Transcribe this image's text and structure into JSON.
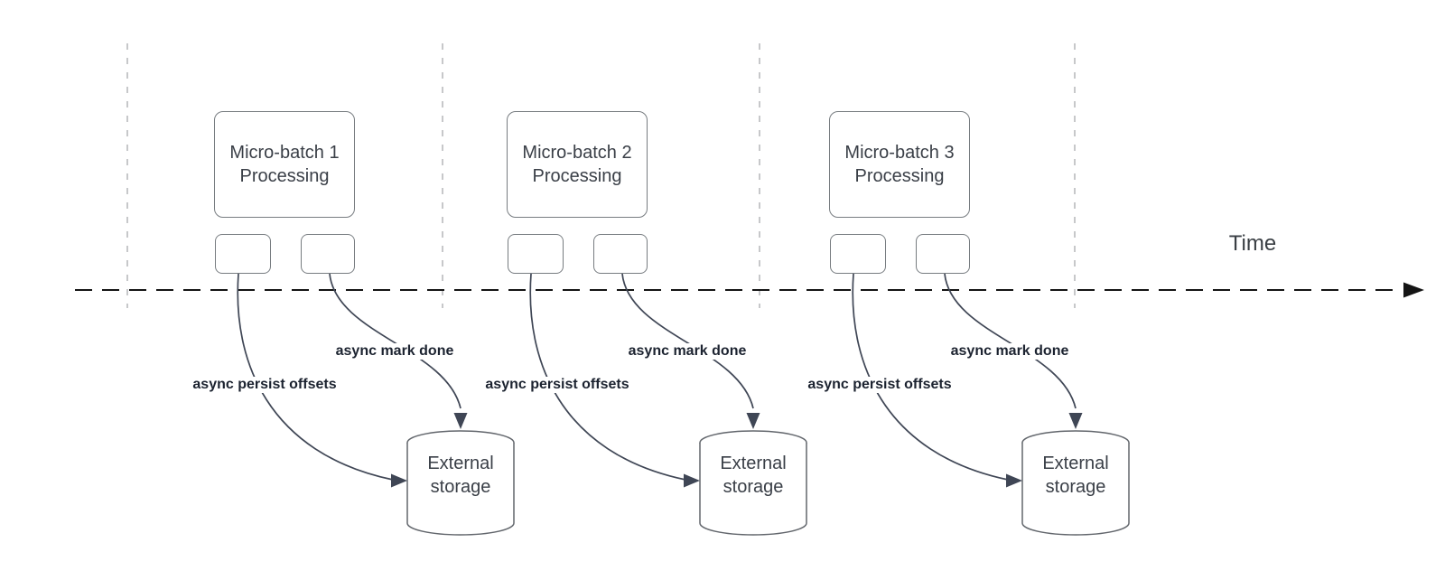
{
  "timeline": {
    "label": "Time"
  },
  "batches": [
    {
      "box_line1": "Micro-batch 1",
      "box_line2": "Processing",
      "persist_label": "async persist offsets",
      "done_label": "async mark done",
      "storage_line1": "External",
      "storage_line2": "storage"
    },
    {
      "box_line1": "Micro-batch 2",
      "box_line2": "Processing",
      "persist_label": "async persist offsets",
      "done_label": "async mark done",
      "storage_line1": "External",
      "storage_line2": "storage"
    },
    {
      "box_line1": "Micro-batch 3",
      "box_line2": "Processing",
      "persist_label": "async persist offsets",
      "done_label": "async mark done",
      "storage_line1": "External",
      "storage_line2": "storage"
    }
  ],
  "colors": {
    "lane_line": "#b9babd",
    "timeline_line": "#141414",
    "connector_line": "#3f4655",
    "shape_border": "#777c80",
    "shape_text": "#3a3f47",
    "label_text": "#1c2330"
  }
}
